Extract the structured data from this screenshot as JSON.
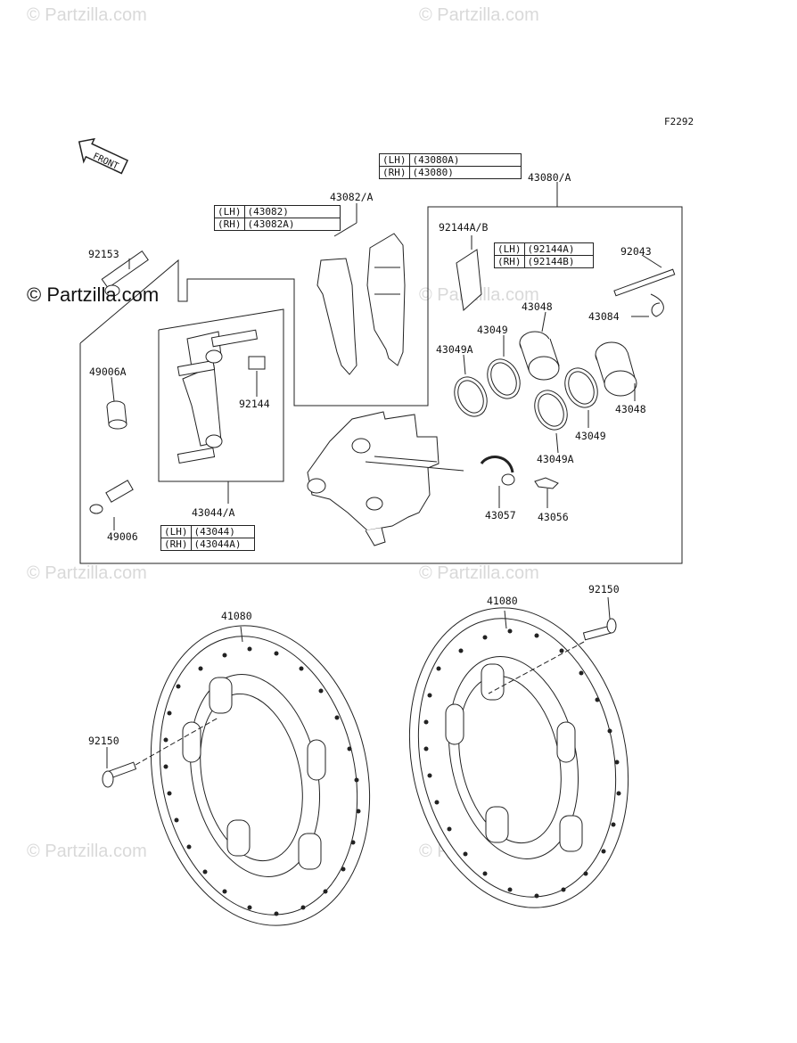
{
  "watermarks": {
    "text": "© Partzilla.com",
    "main_text": "© Partzilla.com"
  },
  "figure_code": "F2292",
  "front_arrow": "FRONT",
  "callouts": {
    "c43080A_top": "43080/A",
    "c43082A": "43082/A",
    "c92144AB": "92144A/B",
    "c92043": "92043",
    "c92153": "92153",
    "c43084": "43084",
    "c43048_top": "43048",
    "c43049_top": "43049",
    "c43049A_left": "43049A",
    "c49006A": "49006A",
    "c92144": "92144",
    "c43048_right": "43048",
    "c43049_right": "43049",
    "c43049A_bottom": "43049A",
    "c43057": "43057",
    "c43056": "43056",
    "c43044A": "43044/A",
    "c49006": "49006",
    "c41080_left": "41080",
    "c41080_right": "41080",
    "c92150_right": "92150",
    "c92150_left": "92150"
  },
  "variant_tables": {
    "t43080": [
      [
        "(LH)",
        "(43080A)"
      ],
      [
        "(RH)",
        "(43080)"
      ]
    ],
    "t43082": [
      [
        "(LH)",
        "(43082)"
      ],
      [
        "(RH)",
        "(43082A)"
      ]
    ],
    "t92144": [
      [
        "(LH)",
        "(92144A)"
      ],
      [
        "(RH)",
        "(92144B)"
      ]
    ],
    "t43044": [
      [
        "(LH)",
        "(43044)"
      ],
      [
        "(RH)",
        "(43044A)"
      ]
    ]
  }
}
